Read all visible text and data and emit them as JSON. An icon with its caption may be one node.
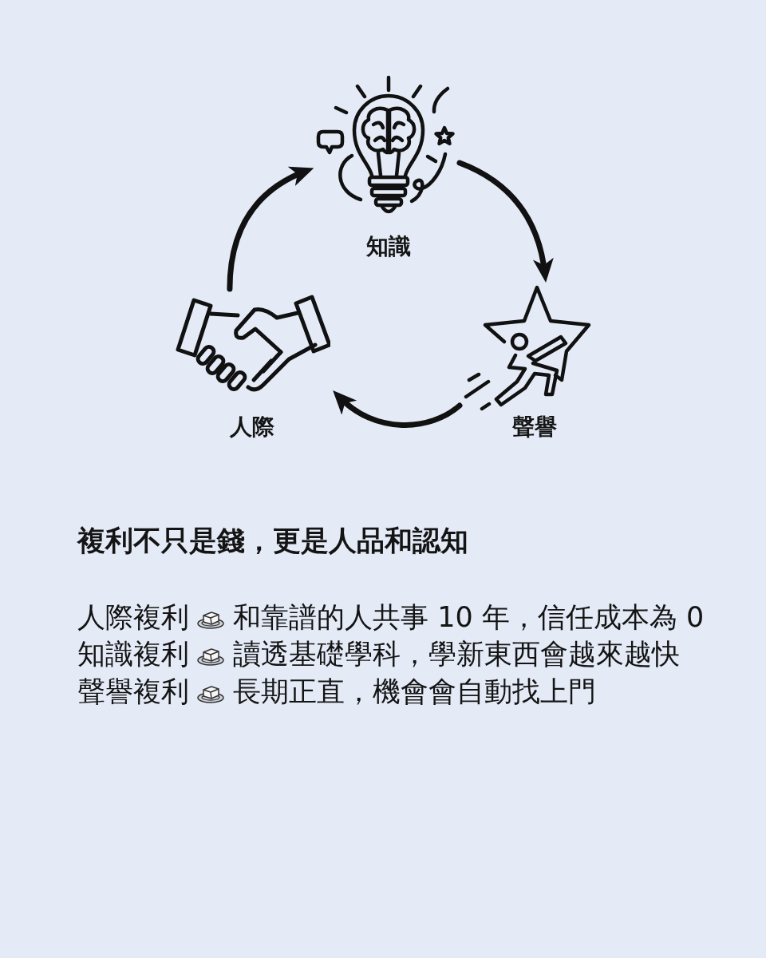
{
  "diagram": {
    "nodes": [
      {
        "text": [
          "知識"
        ]
      },
      {
        "text": [
          "人際"
        ]
      },
      {
        "text": [
          "聲譽"
        ]
      }
    ],
    "edges": [
      {
        "from": 0,
        "to": 2,
        "arrow": "to"
      },
      {
        "from": 2,
        "to": 1,
        "arrow": "to"
      },
      {
        "from": 1,
        "to": 0,
        "arrow": "to"
      }
    ],
    "labels": [
      "複利不只是錢，更是人品和認知",
      "人際複利",
      "和靠譜的人共事 10 年，信任成本為 0",
      "知識複利",
      "讀透基礎學科，學新東西會越來越快",
      "聲譽複利",
      "長期正直，機會會自動找上門"
    ]
  }
}
